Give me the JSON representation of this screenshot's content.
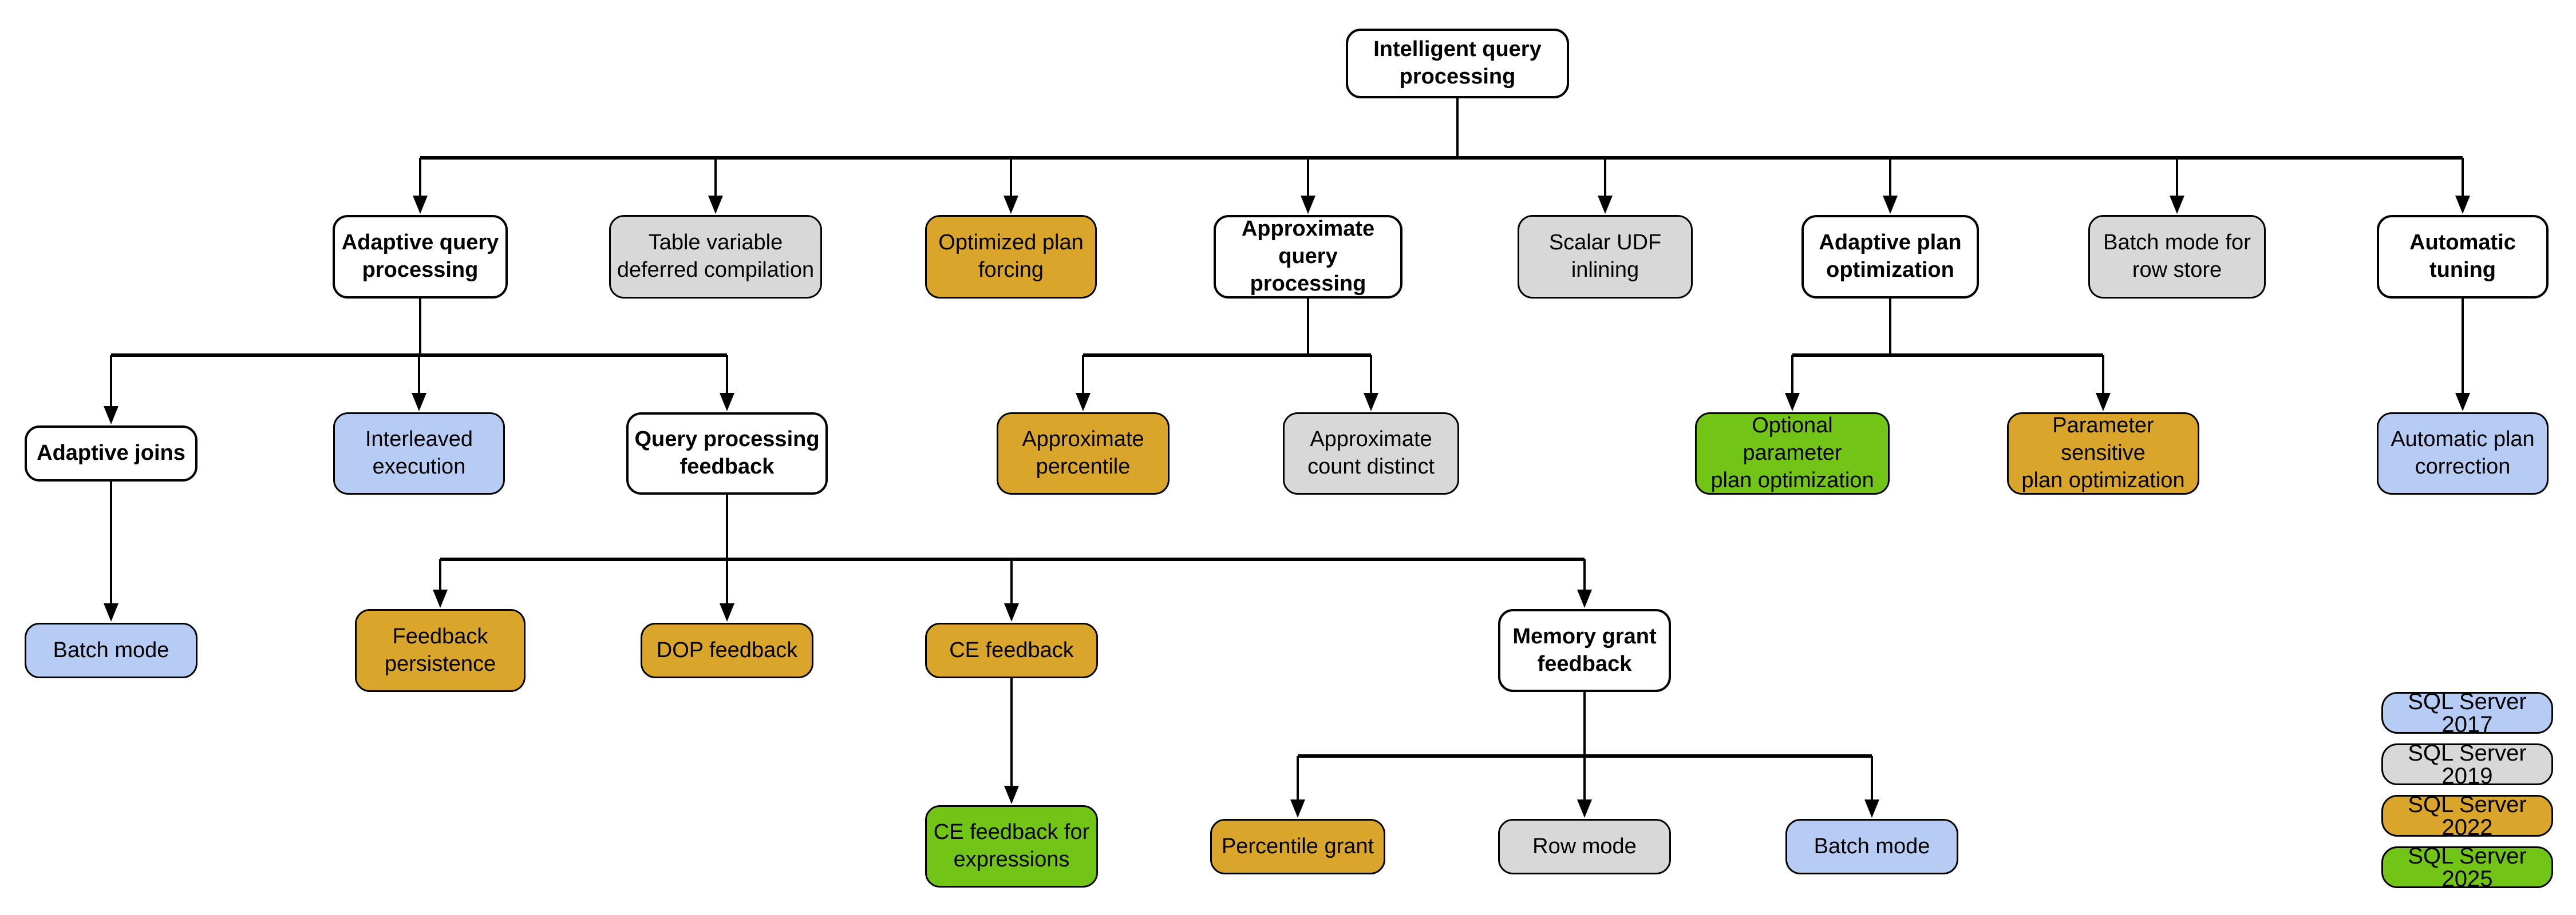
{
  "diagram_title": "Intelligent query processing",
  "colors": {
    "white": "#ffffff",
    "gray": "#d8d8d8",
    "gold": "#d9a62b",
    "green": "#72c517",
    "blue": "#b7ccf5",
    "border": "#000000",
    "line": "#000000"
  },
  "nodes": [
    {
      "id": "intelligent-query-processing",
      "label": "Intelligent query\nprocessing",
      "color": "white",
      "version": null
    },
    {
      "id": "adaptive-query-processing",
      "label": "Adaptive query\nprocessing",
      "color": "white",
      "version": null
    },
    {
      "id": "table-variable-deferred-compilation",
      "label": "Table variable\ndeferred compilation",
      "color": "gray",
      "version": "SQL Server 2019"
    },
    {
      "id": "optimized-plan-forcing",
      "label": "Optimized plan\nforcing",
      "color": "gold",
      "version": "SQL Server 2022"
    },
    {
      "id": "approximate-query-processing",
      "label": "Approximate\nquery processing",
      "color": "white",
      "version": null
    },
    {
      "id": "scalar-udf-inlining",
      "label": "Scalar UDF\ninlining",
      "color": "gray",
      "version": "SQL Server 2019"
    },
    {
      "id": "adaptive-plan-optimization",
      "label": "Adaptive plan\noptimization",
      "color": "white",
      "version": null
    },
    {
      "id": "batch-mode-for-row-store",
      "label": "Batch mode for\nrow store",
      "color": "gray",
      "version": "SQL Server 2019"
    },
    {
      "id": "automatic-tuning",
      "label": "Automatic\ntuning",
      "color": "white",
      "version": null
    },
    {
      "id": "adaptive-joins",
      "label": "Adaptive joins",
      "color": "white",
      "version": null
    },
    {
      "id": "interleaved-execution",
      "label": "Interleaved\nexecution",
      "color": "blue",
      "version": "SQL Server 2017"
    },
    {
      "id": "query-processing-feedback",
      "label": "Query processing\nfeedback",
      "color": "white",
      "version": null
    },
    {
      "id": "approximate-percentile",
      "label": "Approximate\npercentile",
      "color": "gold",
      "version": "SQL Server 2022"
    },
    {
      "id": "approximate-count-distinct",
      "label": "Approximate\ncount distinct",
      "color": "gray",
      "version": "SQL Server 2019"
    },
    {
      "id": "optional-parameter-plan-optimization",
      "label": "Optional parameter\nplan optimization",
      "color": "green",
      "version": "SQL Server 2025"
    },
    {
      "id": "parameter-sensitive-plan-optimization",
      "label": "Parameter sensitive\nplan optimization",
      "color": "gold",
      "version": "SQL Server 2022"
    },
    {
      "id": "automatic-plan-correction",
      "label": "Automatic plan\ncorrection",
      "color": "blue",
      "version": "SQL Server 2017"
    },
    {
      "id": "batch-mode-adaptive-joins",
      "label": "Batch mode",
      "color": "blue",
      "version": "SQL Server 2017"
    },
    {
      "id": "feedback-persistence",
      "label": "Feedback\npersistence",
      "color": "gold",
      "version": "SQL Server 2022"
    },
    {
      "id": "dop-feedback",
      "label": "DOP feedback",
      "color": "gold",
      "version": "SQL Server 2022"
    },
    {
      "id": "ce-feedback",
      "label": "CE feedback",
      "color": "gold",
      "version": "SQL Server 2022"
    },
    {
      "id": "memory-grant-feedback",
      "label": "Memory grant\nfeedback",
      "color": "white",
      "version": null
    },
    {
      "id": "ce-feedback-for-expressions",
      "label": "CE feedback for\nexpressions",
      "color": "green",
      "version": "SQL Server 2025"
    },
    {
      "id": "percentile-grant",
      "label": "Percentile grant",
      "color": "gold",
      "version": "SQL Server 2022"
    },
    {
      "id": "row-mode",
      "label": "Row mode",
      "color": "gray",
      "version": "SQL Server 2019"
    },
    {
      "id": "batch-mode-memory-grant",
      "label": "Batch mode",
      "color": "blue",
      "version": "SQL Server 2017"
    }
  ],
  "legend": [
    {
      "label": "SQL Server 2017",
      "color": "blue"
    },
    {
      "label": "SQL Server 2019",
      "color": "gray"
    },
    {
      "label": "SQL Server 2022",
      "color": "gold"
    },
    {
      "label": "SQL Server 2025",
      "color": "green"
    }
  ]
}
